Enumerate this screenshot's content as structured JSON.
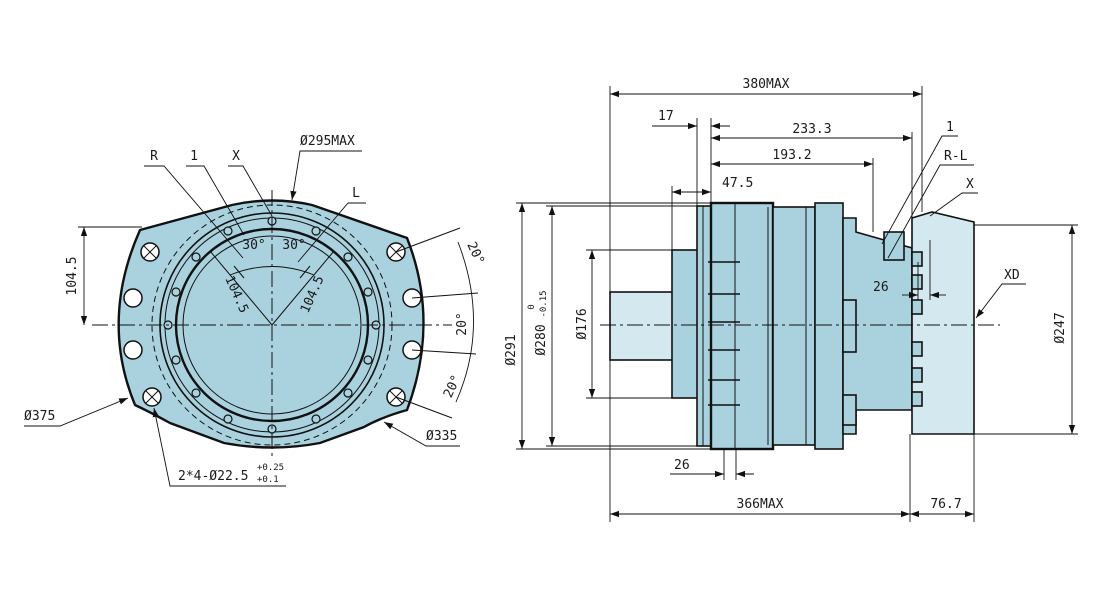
{
  "colors": {
    "body": "#aad2de",
    "end_cap": "#d3e9ef",
    "line": "#111111"
  },
  "front_view": {
    "labels": {
      "R": "R",
      "one": "1",
      "X": "X",
      "L": "L",
      "max_diameter": "Ø295MAX",
      "angle_a": "30°",
      "angle_b": "30°",
      "offset_a": "104.5",
      "offset_b": "104.5",
      "height": "104.5",
      "flange_angle_1": "20°",
      "flange_angle_2": "20°",
      "flange_angle_3": "20°",
      "bolt_circle_outer": "Ø375",
      "bolt_circle_inner": "Ø335",
      "mount_holes": "2*4-Ø22.5",
      "tol_upper": "+0.25",
      "tol_lower": "+0.1"
    }
  },
  "side_view": {
    "labels": {
      "overall_length": "380MAX",
      "d17": "17",
      "d233": "233.3",
      "d193": "193.2",
      "d47": "47.5",
      "port_1": "1",
      "port_RL": "R-L",
      "port_X": "X",
      "port_XD": "XD",
      "d26_top": "26",
      "d26_bottom": "26",
      "d291": "Ø291",
      "d280": "Ø280",
      "d280_tol_upper": "0",
      "d280_tol_lower": "-0.15",
      "d176": "Ø176",
      "d247": "Ø247",
      "body_length": "366MAX",
      "cap_length": "76.7"
    }
  }
}
